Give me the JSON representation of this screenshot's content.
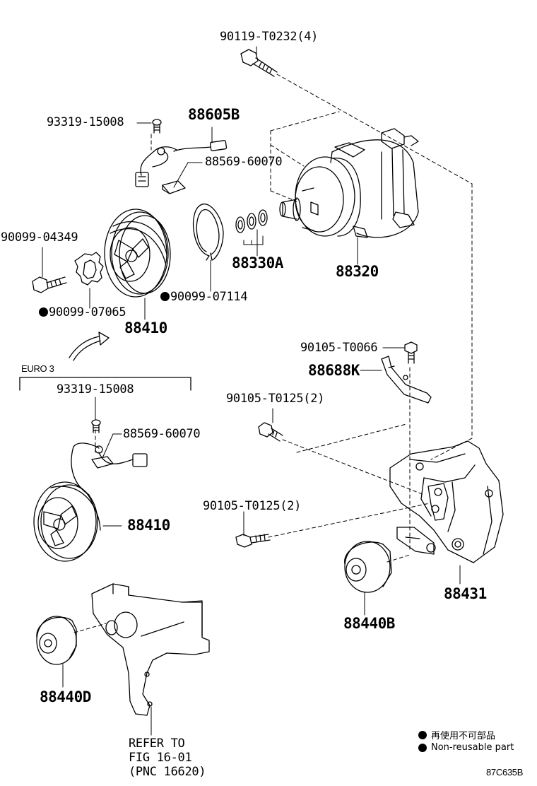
{
  "parts": {
    "bolt_top": "90119-T0232(4)",
    "screw_top": "93319-15008",
    "harness_top": "88605B",
    "clip_top": "88569-60070",
    "bolt_left": "90099-04349",
    "snap_ring": "90099-07114",
    "washer": "90099-07065",
    "shim_set": "88330A",
    "compressor": "88320",
    "pulley_top": "88410",
    "bolt_bracket_small": "90105-T0066",
    "bracket_small": "88688K",
    "bolt_mid": "90105-T0125(2)",
    "bolt_lower": "90105-T0125(2)",
    "bracket_main": "88431",
    "idler_b": "88440B",
    "euro_label": "EURO 3",
    "screw_euro": "93319-15008",
    "clip_euro": "88569-60070",
    "pulley_euro": "88410",
    "idler_d": "88440D",
    "refer": "REFER TO\nFIG 16-01\n(PNC 16620)"
  },
  "legend": {
    "jp": "再使用不可部品",
    "en": "Non-reusable part"
  },
  "figure_code": "87C635B",
  "non_reusable_marker_color": "#000000"
}
